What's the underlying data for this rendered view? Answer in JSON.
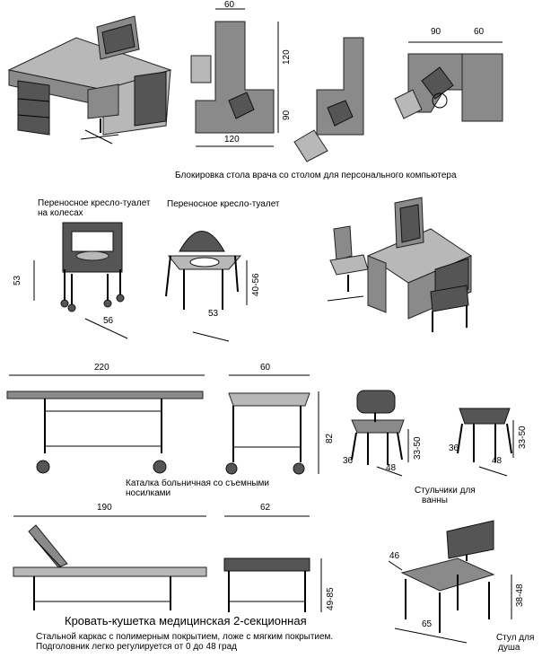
{
  "section1": {
    "caption": "Блокировка стола врача со столом для персонального компьютера",
    "dims": {
      "top_width": "60",
      "right_len": "120",
      "mid_len": "90",
      "bottom_width": "120",
      "plan3_left": "90",
      "plan3_right": "60"
    }
  },
  "section2": {
    "chair1_title_line1": "Переносное кресло-туалет",
    "chair1_title_line2": "на колесах",
    "chair1_height": "53",
    "chair1_width": "56",
    "chair2_title": "Переносное кресло-туалет",
    "chair2_height": "40-56",
    "chair2_width": "53"
  },
  "section3": {
    "gurney_length": "220",
    "gurney_width": "60",
    "gurney_height": "82",
    "gurney_caption_line1": "Каталка больничная со съемными",
    "gurney_caption_line2": "носилками",
    "stool1_height": "33-50",
    "stool1_depth": "36",
    "stool1_width": "48",
    "stool2_height": "33-50",
    "stool2_depth": "36",
    "stool2_width": "48",
    "stools_caption_line1": "Стульчики для",
    "stools_caption_line2": "ванны"
  },
  "section4": {
    "bed_length": "190",
    "bed_width": "62",
    "bed_height": "49-85",
    "bed_title": "Кровать-кушетка медицинская 2-секционная",
    "bed_desc_line1": "Стальной каркас с полимерным покрытием, ложе с мягким покрытием.",
    "bed_desc_line2": "Подголовник легко регулируется от 0 до 48 град",
    "shower_depth": "46",
    "shower_width": "65",
    "shower_height": "38-48",
    "shower_caption_line1": "Стул для",
    "shower_caption_line2": "душа"
  }
}
